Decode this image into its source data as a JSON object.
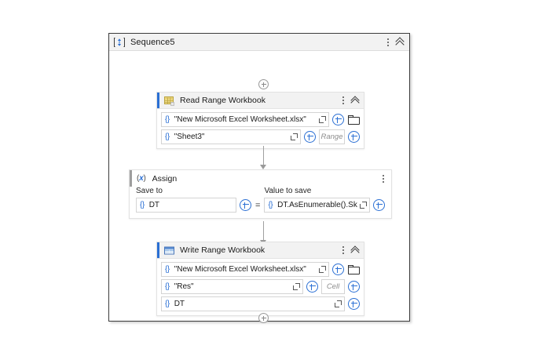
{
  "sequence": {
    "title": "Sequence5",
    "icon": "sequence-icon",
    "menu_icon": "kebab-menu-icon",
    "collapse_icon": "chevron-double-up-icon"
  },
  "connectors": {
    "add_top": "plus-circle-icon",
    "add_bottom": "plus-circle-icon",
    "arrow": "arrow-down-icon"
  },
  "activities": [
    {
      "id": "read-range-workbook",
      "title": "Read Range Workbook",
      "icon": "excel-sheet-icon",
      "accent_color": "#2a6fd4",
      "menu_icon": "kebab-menu-icon",
      "collapse_icon": "chevron-double-up-icon",
      "fields": [
        {
          "name": "workbook-path",
          "prefix": "{}",
          "value": "\"New Microsoft Excel Worksheet.xlsx\"",
          "placeholder": "",
          "expand_icon": "expand-icon",
          "plus_icon": "plus-circle-blue-icon",
          "folder_icon": "folder-icon"
        },
        {
          "name": "sheet-name",
          "prefix": "{}",
          "value": "\"Sheet3\"",
          "placeholder": "Range",
          "expand_icon": "expand-icon",
          "plus_icon": "plus-circle-blue-icon",
          "placeholder_plus_icon": "plus-circle-blue-icon"
        }
      ]
    },
    {
      "id": "write-range-workbook",
      "title": "Write Range Workbook",
      "icon": "table-grid-icon",
      "accent_color": "#2a6fd4",
      "menu_icon": "kebab-menu-icon",
      "collapse_icon": "chevron-double-up-icon",
      "fields": [
        {
          "name": "workbook-path",
          "prefix": "{}",
          "value": "\"New Microsoft Excel Worksheet.xlsx\"",
          "placeholder": "",
          "expand_icon": "expand-icon",
          "plus_icon": "plus-circle-blue-icon",
          "folder_icon": "folder-icon"
        },
        {
          "name": "sheet-name",
          "prefix": "{}",
          "value": "\"Res\"",
          "placeholder": "Cell",
          "expand_icon": "expand-icon",
          "plus_icon": "plus-circle-blue-icon",
          "placeholder_plus_icon": "plus-circle-blue-icon"
        },
        {
          "name": "data-table",
          "prefix": "{}",
          "value": "DT",
          "placeholder": "",
          "expand_icon": "expand-icon",
          "plus_icon": "plus-circle-blue-icon"
        }
      ]
    }
  ],
  "assign": {
    "id": "assign",
    "title": "Assign",
    "icon": "variable-x-icon",
    "menu_icon": "kebab-menu-icon",
    "save_to_label": "Save to",
    "value_to_save_label": "Value to save",
    "operator": "=",
    "save_to": {
      "prefix": "{}",
      "value": "DT",
      "plus_icon": "plus-circle-blue-icon"
    },
    "value_to_save": {
      "prefix": "{}",
      "value": "DT.AsEnumerable().Ski",
      "expand_icon": "expand-icon",
      "plus_icon": "plus-circle-blue-icon"
    }
  }
}
